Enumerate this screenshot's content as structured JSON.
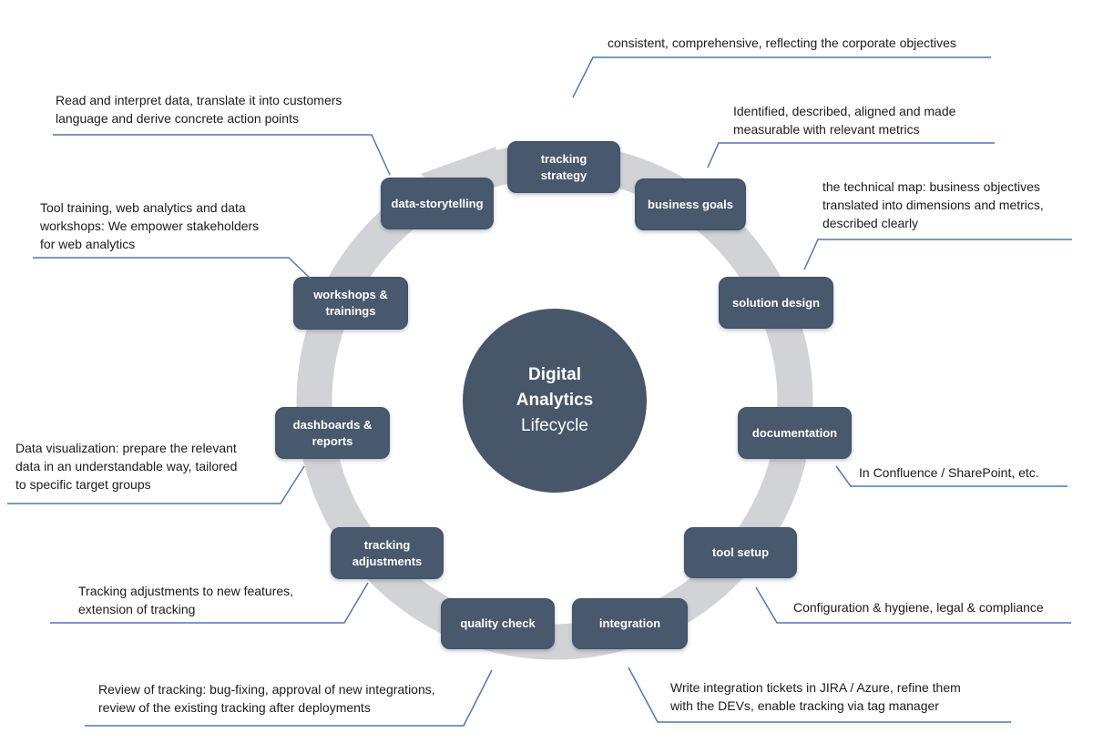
{
  "title": {
    "line1": "Digital",
    "line2": "Analytics",
    "line3": "Lifecycle"
  },
  "nodes": [
    {
      "id": "tracking-strategy",
      "label": "tracking\nstrategy"
    },
    {
      "id": "business-goals",
      "label": "business goals"
    },
    {
      "id": "solution-design",
      "label": "solution design"
    },
    {
      "id": "documentation",
      "label": "documentation"
    },
    {
      "id": "tool-setup",
      "label": "tool setup"
    },
    {
      "id": "integration",
      "label": "integration"
    },
    {
      "id": "quality-check",
      "label": "quality check"
    },
    {
      "id": "tracking-adjustments",
      "label": "tracking\nadjustments"
    },
    {
      "id": "dashboards-reports",
      "label": "dashboards &\nreports"
    },
    {
      "id": "workshops-trainings",
      "label": "workshops &\ntrainings"
    },
    {
      "id": "data-storytelling",
      "label": "data-storytelling"
    }
  ],
  "annotations": [
    {
      "id": "tracking-strategy-note",
      "text": "consistent, comprehensive, reflecting the corporate objectives"
    },
    {
      "id": "business-goals-note",
      "text": "Identified, described, aligned and made\nmeasurable with relevant metrics"
    },
    {
      "id": "solution-design-note",
      "text": "the technical map: business objectives\ntranslated into dimensions and metrics,\ndescribed clearly"
    },
    {
      "id": "documentation-note",
      "text": "In Confluence / SharePoint, etc."
    },
    {
      "id": "tool-setup-note",
      "text": "Configuration & hygiene, legal & compliance"
    },
    {
      "id": "integration-note",
      "text": "Write integration tickets in JIRA / Azure, refine them\nwith the DEVs, enable tracking via tag manager"
    },
    {
      "id": "quality-check-note",
      "text": "Review of tracking: bug-fixing, approval of new integrations,\nreview of the existing tracking after deployments"
    },
    {
      "id": "tracking-adjustments-note",
      "text": "Tracking adjustments to new features,\nextension of tracking"
    },
    {
      "id": "dashboards-reports-note",
      "text": "Data visualization: prepare the relevant\ndata in an understandable way, tailored\nto specific target groups"
    },
    {
      "id": "workshops-trainings-note",
      "text": "Tool training, web analytics and data\nworkshops: We empower stakeholders\nfor web analytics"
    },
    {
      "id": "data-storytelling-note",
      "text": "Read and interpret data, translate it into customers\nlanguage and derive concrete action points"
    }
  ],
  "colors": {
    "node_fill": "#48586d",
    "center_fill": "#475669",
    "ring_gray": "#d2d3d6",
    "connector_blue": "#4e77b5",
    "annotation_text": "#1b1b1b",
    "node_text": "#ffffff"
  }
}
